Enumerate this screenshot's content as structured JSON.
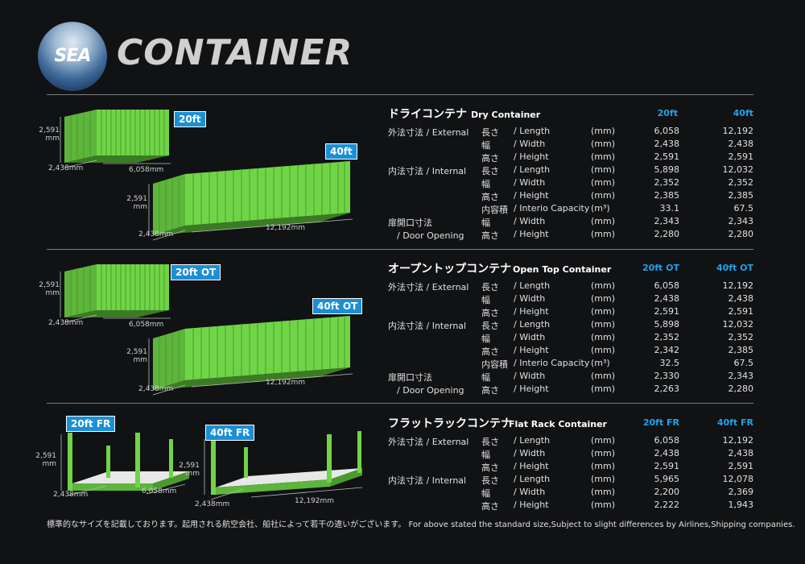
{
  "header": {
    "logo_text": "SEA",
    "title": "CONTAINER"
  },
  "sections": [
    {
      "jp_title": "ドライコンテナ",
      "en_title": "Dry Container",
      "col1": "20ft",
      "col2": "40ft",
      "small_badge": "20ft",
      "large_badge": "40ft",
      "dims": {
        "small_h": "2,591\nmm",
        "small_w": "2,438mm",
        "small_l": "6,058mm",
        "large_h": "2,591\nmm",
        "large_w": "2,438mm",
        "large_l": "12,192mm"
      },
      "rows": [
        {
          "group": "外法寸法 / External",
          "jp": "長さ",
          "en": "/ Length",
          "unit": "(mm)",
          "v1": "6,058",
          "v2": "12,192"
        },
        {
          "group": "",
          "jp": "幅",
          "en": "/ Width",
          "unit": "(mm)",
          "v1": "2,438",
          "v2": "2,438"
        },
        {
          "group": "",
          "jp": "高さ",
          "en": "/ Height",
          "unit": "(mm)",
          "v1": "2,591",
          "v2": "2,591"
        },
        {
          "group": "内法寸法 / Internal",
          "jp": "長さ",
          "en": "/ Length",
          "unit": "(mm)",
          "v1": "5,898",
          "v2": "12,032"
        },
        {
          "group": "",
          "jp": "幅",
          "en": "/ Width",
          "unit": "(mm)",
          "v1": "2,352",
          "v2": "2,352"
        },
        {
          "group": "",
          "jp": "高さ",
          "en": "/ Height",
          "unit": "(mm)",
          "v1": "2,385",
          "v2": "2,385"
        },
        {
          "group": "",
          "jp": "内容積",
          "en": "/ Interio Capacity",
          "unit": "(m³)",
          "v1": "33.1",
          "v2": "67.5"
        },
        {
          "group": "扉開口寸法",
          "jp": "幅",
          "en": "/ Width",
          "unit": "(mm)",
          "v1": "2,343",
          "v2": "2,343"
        },
        {
          "group": "　/ Door Opening",
          "jp": "高さ",
          "en": "/ Height",
          "unit": "(mm)",
          "v1": "2,280",
          "v2": "2,280"
        }
      ]
    },
    {
      "jp_title": "オープントップコンテナ",
      "en_title": "Open Top Container",
      "col1": "20ft OT",
      "col2": "40ft OT",
      "small_badge": "20ft OT",
      "large_badge": "40ft OT",
      "dims": {
        "small_h": "2,591\nmm",
        "small_w": "2,438mm",
        "small_l": "6,058mm",
        "large_h": "2,591\nmm",
        "large_w": "2,438mm",
        "large_l": "12,192mm"
      },
      "rows": [
        {
          "group": "外法寸法 / External",
          "jp": "長さ",
          "en": "/ Length",
          "unit": "(mm)",
          "v1": "6,058",
          "v2": "12,192"
        },
        {
          "group": "",
          "jp": "幅",
          "en": "/ Width",
          "unit": "(mm)",
          "v1": "2,438",
          "v2": "2,438"
        },
        {
          "group": "",
          "jp": "高さ",
          "en": "/ Height",
          "unit": "(mm)",
          "v1": "2,591",
          "v2": "2,591"
        },
        {
          "group": "内法寸法 / Internal",
          "jp": "長さ",
          "en": "/ Length",
          "unit": "(mm)",
          "v1": "5,898",
          "v2": "12,032"
        },
        {
          "group": "",
          "jp": "幅",
          "en": "/ Width",
          "unit": "(mm)",
          "v1": "2,352",
          "v2": "2,352"
        },
        {
          "group": "",
          "jp": "高さ",
          "en": "/ Height",
          "unit": "(mm)",
          "v1": "2,342",
          "v2": "2,385"
        },
        {
          "group": "",
          "jp": "内容積",
          "en": "/ Interio Capacity",
          "unit": "(m³)",
          "v1": "32.5",
          "v2": "67.5"
        },
        {
          "group": "扉開口寸法",
          "jp": "幅",
          "en": "/ Width",
          "unit": "(mm)",
          "v1": "2,330",
          "v2": "2,343"
        },
        {
          "group": "　/ Door Opening",
          "jp": "高さ",
          "en": "/ Height",
          "unit": "(mm)",
          "v1": "2,263",
          "v2": "2,280"
        }
      ]
    },
    {
      "jp_title": "フラットラックコンテナ",
      "en_title": "Flat Rack Container",
      "col1": "20ft FR",
      "col2": "40ft FR",
      "small_badge": "20ft FR",
      "large_badge": "40ft FR",
      "dims": {
        "small_h": "2,591\nmm",
        "small_w": "2,438mm",
        "small_l": "6,058mm",
        "large_h": "2,591\nmm",
        "large_w": "2,438mm",
        "large_l": "12,192mm"
      },
      "rows": [
        {
          "group": "外法寸法 / External",
          "jp": "長さ",
          "en": "/ Length",
          "unit": "(mm)",
          "v1": "6,058",
          "v2": "12,192"
        },
        {
          "group": "",
          "jp": "幅",
          "en": "/ Width",
          "unit": "(mm)",
          "v1": "2,438",
          "v2": "2,438"
        },
        {
          "group": "",
          "jp": "高さ",
          "en": "/ Height",
          "unit": "(mm)",
          "v1": "2,591",
          "v2": "2,591"
        },
        {
          "group": "内法寸法 / Internal",
          "jp": "長さ",
          "en": "/ Length",
          "unit": "(mm)",
          "v1": "5,965",
          "v2": "12,078"
        },
        {
          "group": "",
          "jp": "幅",
          "en": "/ Width",
          "unit": "(mm)",
          "v1": "2,200",
          "v2": "2,369"
        },
        {
          "group": "",
          "jp": "高さ",
          "en": "/ Height",
          "unit": "(mm)",
          "v1": "2,222",
          "v2": "1,943"
        }
      ]
    }
  ],
  "footer": "標準的なサイズを記載しております。起用される航空会社、船社によって若干の違いがございます。 For above stated the standard size,Subject to slight differences by Airlines,Shipping companies."
}
